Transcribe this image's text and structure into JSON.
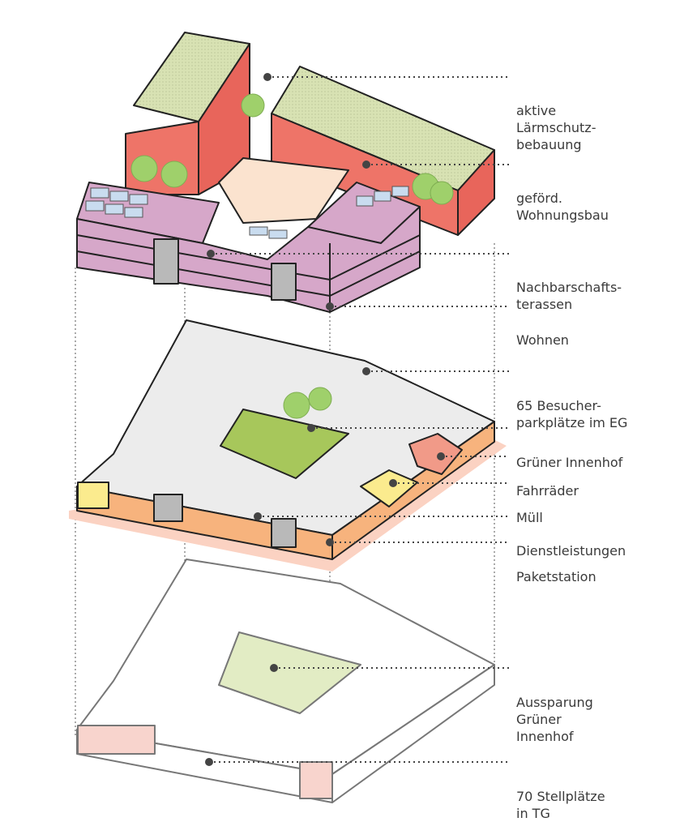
{
  "labels": {
    "laermschutz": [
      "aktive",
      "Lärmschutz-",
      "bebauung"
    ],
    "wohnungsbau": [
      "geförd.",
      "Wohnungsbau"
    ],
    "terassen": [
      "Nachbarschafts-",
      "terassen"
    ],
    "wohnen": [
      "Wohnen"
    ],
    "besucherparkplaetze": [
      "65 Besucher-",
      "parkplätze im EG"
    ],
    "innenhof": [
      "Grüner Innenhof"
    ],
    "fahrraeder": [
      "Fahrräder"
    ],
    "muell": [
      "Müll"
    ],
    "dienstleistungen": [
      "Dienstleistungen"
    ],
    "paketstation": [
      "Paketstation"
    ],
    "aussparung": [
      "Aussparung",
      "Grüner",
      "Innenhof"
    ],
    "stellplaetze": [
      "70 Stellplätze",
      "in TG"
    ]
  },
  "colors": {
    "red_facade": "#ee7468",
    "pink_facade": "#d6a7c9",
    "green_roof": "#d8e2b3",
    "green_court": "#a7c75b",
    "tree_green": "#9fd06b",
    "orange_unit": "#f7b37d",
    "yellow_unit": "#fbeb8e",
    "salmon_unit": "#f19a88",
    "gray_unit": "#b9b9b9",
    "light_gray": "#ececec",
    "tg_green": "#e2ecc4",
    "tg_pink": "#f8d4cd",
    "ground_band": "#fbd2c2",
    "solar_panel": "#c9dcef"
  }
}
